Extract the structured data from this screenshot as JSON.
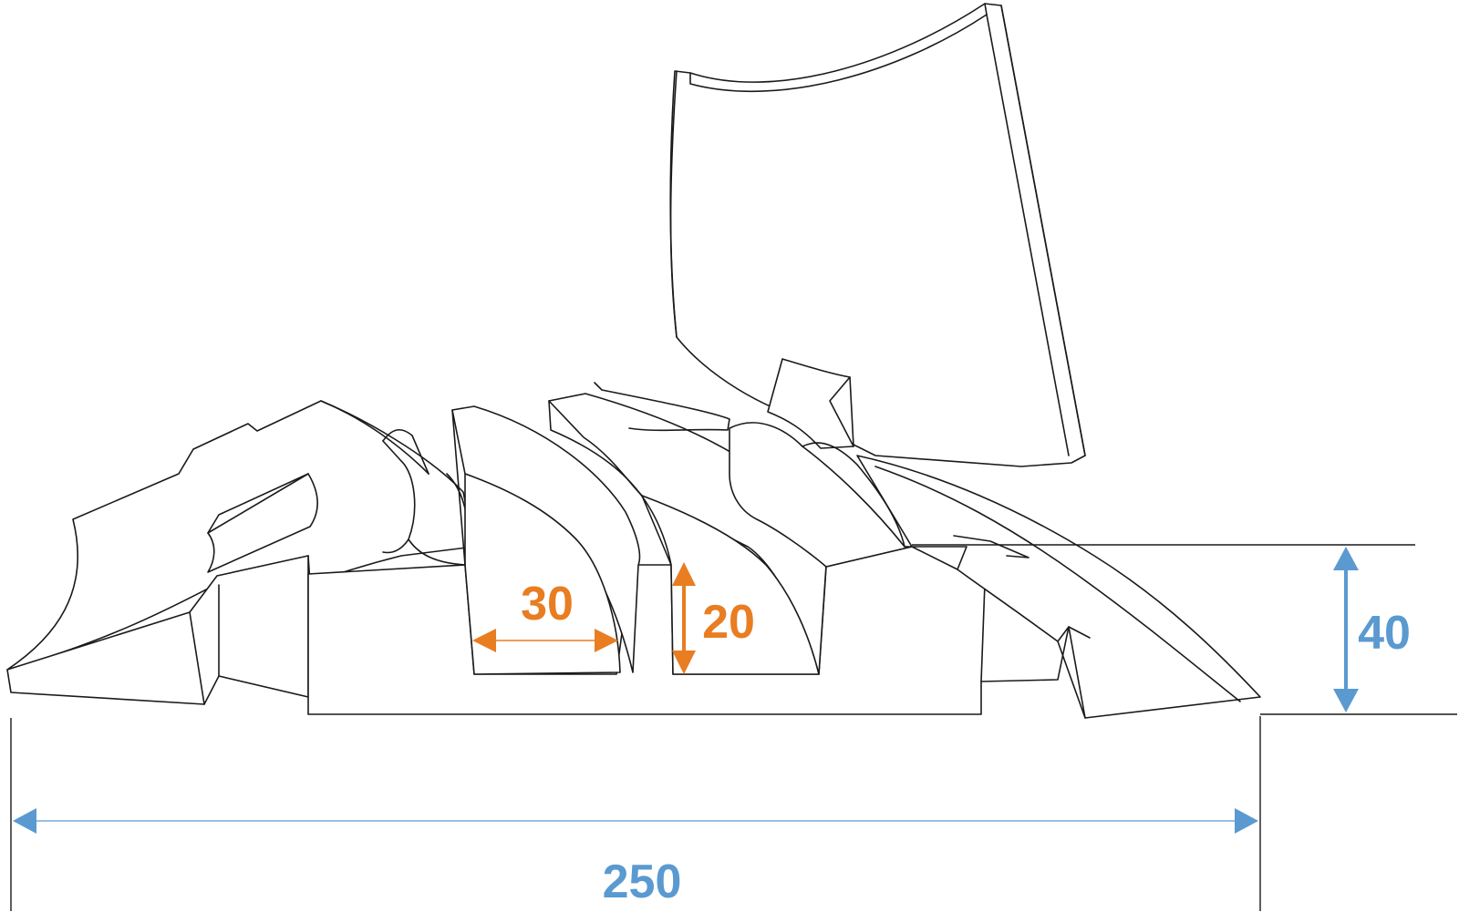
{
  "colors": {
    "outline": "#1a1a1a",
    "inner_dimension": "#e87d22",
    "outer_dimension": "#5a9ad0",
    "background": "#ffffff"
  },
  "dimensions": {
    "channel_width": "30",
    "channel_height": "20",
    "total_height": "40",
    "total_width": "250"
  }
}
